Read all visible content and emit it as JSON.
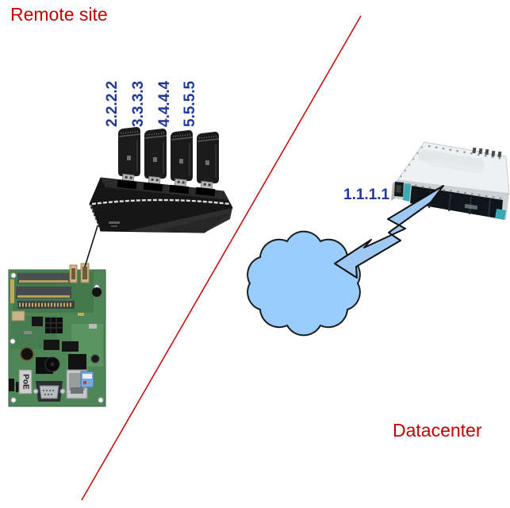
{
  "labels": {
    "remote_site": "Remote site",
    "datacenter": "Datacenter"
  },
  "modem_ips": [
    "2.2.2.2",
    "3.3.3.3",
    "4.4.4.4",
    "5.5.5.5"
  ],
  "router_ip": "1.1.1.1",
  "pcb": {
    "poe_label": "PoE"
  },
  "colors": {
    "label_red": "#c40000",
    "divider_red": "#cc0000",
    "address_navy": "#203996",
    "cloud_fill": "#99ccff",
    "bolt_fill": "#9fc8f2",
    "outline_black": "#1a1a1a",
    "pcb_green": "#4f8657",
    "device_black": "#161616",
    "router_white": "#eef1f2",
    "router_teal": "#3ba8b5"
  }
}
